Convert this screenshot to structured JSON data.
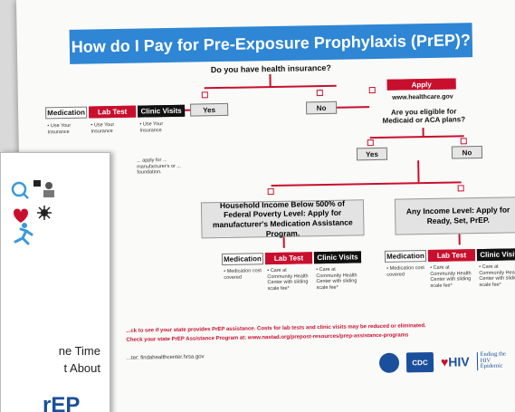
{
  "chart": {
    "title": "How do I Pay for Pre-Exposure Prophylaxis (PrEP)?",
    "q1": "Do you have health insurance?",
    "yes": "Yes",
    "no": "No",
    "apply": "Apply",
    "healthcare_url": "www.healthcare.gov",
    "q2": "Are you eligible for Medicaid or ACA plans?",
    "yes2": "Yes",
    "no2": "No",
    "left_headers": [
      "Medication",
      "Lab Test",
      "Clinic Visits"
    ],
    "left_cells": [
      "• Use Your Insurance",
      "• Use Your Insurance",
      "• Use Your Insurance"
    ],
    "left_note": "... apply for ... manufacturer's or ... foundation.",
    "mid_box": "Household Income Below 500% of Federal Poverty Level: Apply for manufacturer's Medication Assistance Program.",
    "right_box": "Any Income Level: Apply for Ready, Set, PrEP.",
    "mid_headers": [
      "Medication",
      "Lab Test",
      "Clinic Visits"
    ],
    "mid_cells": [
      "• Medication cost covered",
      "• Care at Community Health Center with sliding scale fee*",
      "• Care at Community Health Center with sliding scale fee*"
    ],
    "right_headers": [
      "Medication",
      "Lab Test",
      "Clinic Visits"
    ],
    "right_cells": [
      "• Medication cost covered",
      "• Care at Community Health Center with sliding scale fee*",
      "• Care at Community Health Center with sliding scale fee*"
    ],
    "footnote1": "...ck to see if your state provides PrEP assistance. Costs for lab tests and clinic visits may be reduced or eliminated.",
    "footnote2": "Check your state PrEP Assistance Program at: www.nastad.org/prepost-resources/prep-assistance-programs",
    "footnote3": "...ter: findahealthcenter.hrsa.gov",
    "logo_cdc": "CDC",
    "logo_hiv": "HIV",
    "logo_ending": "Ending the HIV Epidemic"
  },
  "card": {
    "line1": "ne Time",
    "line2": "t About",
    "prep": "rEP"
  }
}
